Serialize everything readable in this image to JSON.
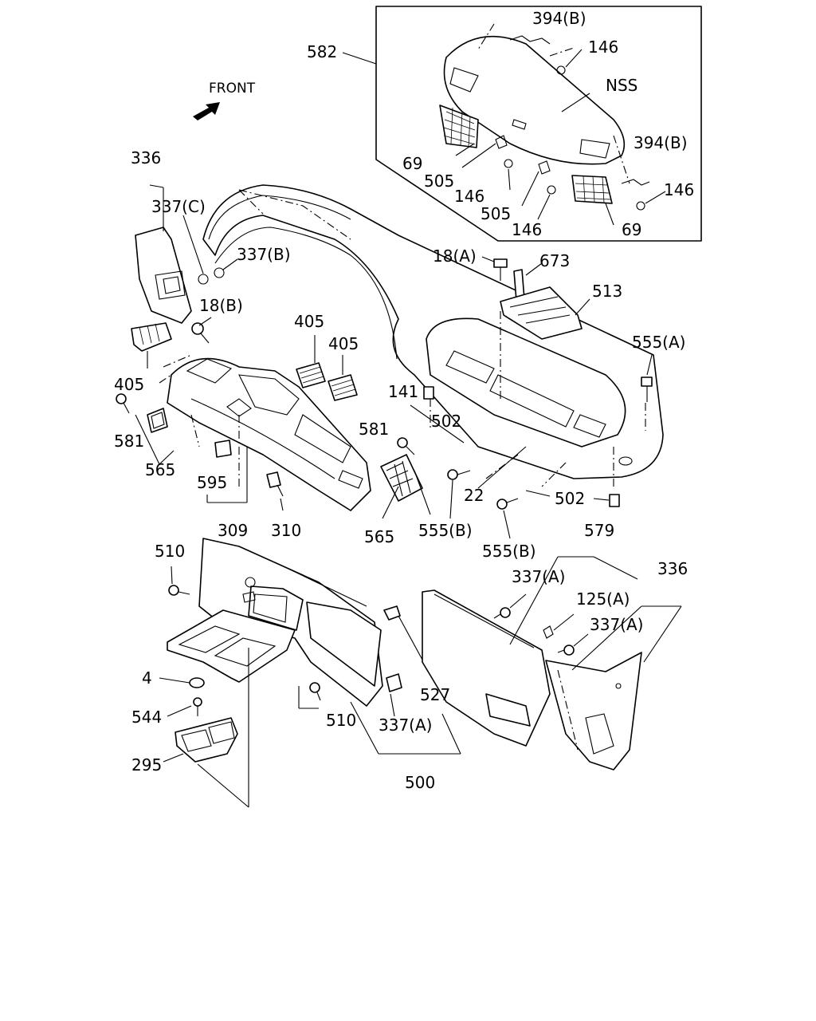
{
  "front_label": "FRONT",
  "labels": {
    "l582": "582",
    "l394b_1": "394(B)",
    "l146_1": "146",
    "nss": "NSS",
    "l394b_2": "394(B)",
    "l69_1": "69",
    "l505_1": "505",
    "l146_2": "146",
    "l505_2": "505",
    "l146_3": "146",
    "l146_4": "146",
    "l69_2": "69",
    "l336_1": "336",
    "l337c": "337(C)",
    "l337b": "337(B)",
    "l18b": "18(B)",
    "l18a": "18(A)",
    "l673": "673",
    "l513": "513",
    "l405_1": "405",
    "l405_2": "405",
    "l405_3": "405",
    "l555a": "555(A)",
    "l141": "141",
    "l502_1": "502",
    "l581_1": "581",
    "l581_2": "581",
    "l565_1": "565",
    "l565_2": "565",
    "l22": "22",
    "l502_2": "502",
    "l595": "595",
    "l309": "309",
    "l310": "310",
    "l555b_1": "555(B)",
    "l555b_2": "555(B)",
    "l579": "579",
    "l510_1": "510",
    "l337a_1": "337(A)",
    "l336_2": "336",
    "l125a": "125(A)",
    "l337a_2": "337(A)",
    "l4": "4",
    "l527": "527",
    "l544": "544",
    "l510_2": "510",
    "l337a_3": "337(A)",
    "l295": "295",
    "l500": "500"
  }
}
